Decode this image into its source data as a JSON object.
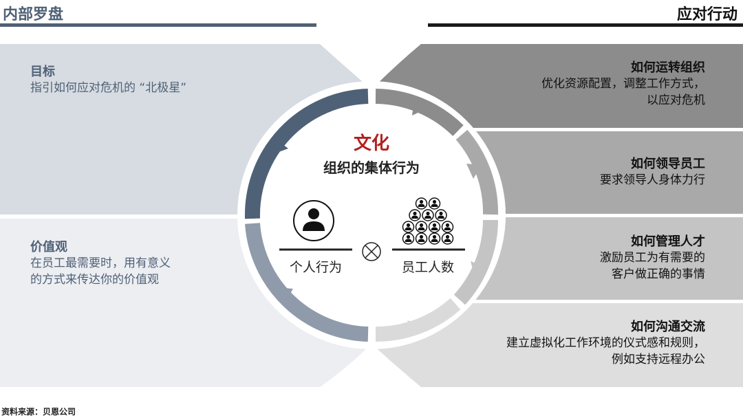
{
  "header": {
    "left_title": "内部罗盘",
    "right_title": "应对行动"
  },
  "left_panels": [
    {
      "title": "目标",
      "lines": [
        "指引如何应对危机的 “北极星”"
      ]
    },
    {
      "title": "价值观",
      "lines": [
        "在员工最需要时，用有意义",
        "的方式来传达你的价值观"
      ]
    }
  ],
  "right_panels": [
    {
      "title": "如何运转组织",
      "lines": [
        "优化资源配置，调整工作方式，",
        "以应对危机"
      ]
    },
    {
      "title": "如何领导员工",
      "lines": [
        "要求领导人身体力行"
      ]
    },
    {
      "title": "如何管理人才",
      "lines": [
        "激励员工为有需要的",
        "客户做正确的事情"
      ]
    },
    {
      "title": "如何沟通交流",
      "lines": [
        "建立虚拟化工作环境的仪式感和规则，",
        "例如支持远程办公"
      ]
    }
  ],
  "center": {
    "title": "文化",
    "subtitle": "组织的集体行为",
    "left_label": "个人行为",
    "right_label": "员工人数",
    "operator": "⊗"
  },
  "colors": {
    "accent_red": "#b2201f",
    "left_dark": "#4f6176",
    "right_dark": "#7f7f7f"
  },
  "footer": {
    "source": "资料来源：贝恩公司"
  }
}
